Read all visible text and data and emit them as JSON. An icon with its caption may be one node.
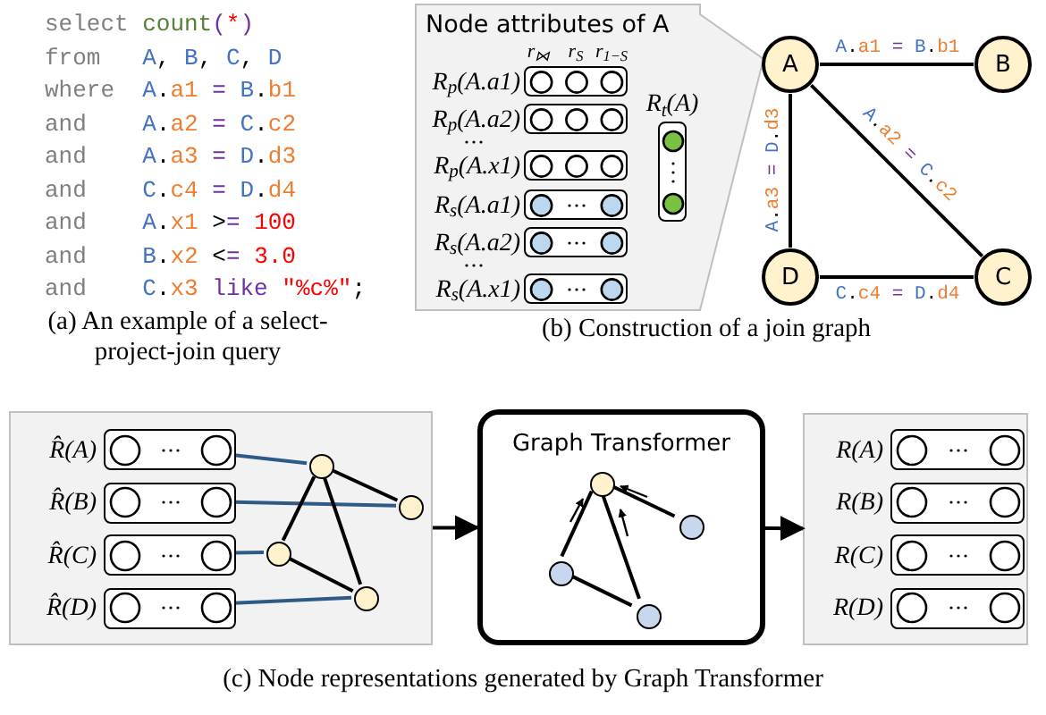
{
  "diagram": {
    "nodes": [
      {
        "text": [
          "Node attributes of A"
        ]
      },
      {
        "text": [],
        "shape": "bar",
        "in": 0,
        "beside": [
          "R$_{p}$(A.a1)"
        ]
      },
      {
        "text": [],
        "shape": "bar",
        "in": 0,
        "beside": [
          "R$_{p}$(A.a2)"
        ]
      },
      {
        "text": [],
        "shape": "bar",
        "in": 0,
        "beside": [
          "R$_{p}$(A.x1)"
        ]
      },
      {
        "text": [],
        "shape": "bar",
        "in": 0,
        "beside": [
          "R$_{s}$(A.a1)"
        ]
      },
      {
        "text": [],
        "shape": "bar",
        "in": 0,
        "beside": [
          "R$_{s}$(A.a2)"
        ]
      },
      {
        "text": [],
        "shape": "bar",
        "in": 0,
        "beside": [
          "R$_{s}$(A.x1)"
        ]
      },
      {
        "text": [],
        "shape": "bar",
        "in": 0,
        "beside": [
          "R$_{t}$(A)"
        ]
      },
      {
        "text": [
          "A"
        ]
      },
      {
        "text": [
          "B"
        ]
      },
      {
        "text": [
          "C"
        ]
      },
      {
        "text": [
          "D"
        ]
      },
      {
        "text": [],
        "shape": "box"
      },
      {
        "text": [],
        "shape": "bar",
        "in": 12,
        "beside": [
          "R̂(A)"
        ]
      },
      {
        "text": [],
        "shape": "bar",
        "in": 12,
        "beside": [
          "R̂(B)"
        ]
      },
      {
        "text": [],
        "shape": "bar",
        "in": 12,
        "beside": [
          "R̂(C)"
        ]
      },
      {
        "text": [],
        "shape": "bar",
        "in": 12,
        "beside": [
          "R̂(D)"
        ]
      },
      {
        "text": [],
        "shape": "circle",
        "in": 12
      },
      {
        "text": [],
        "shape": "circle",
        "in": 12
      },
      {
        "text": [],
        "shape": "circle",
        "in": 12
      },
      {
        "text": [],
        "shape": "circle",
        "in": 12
      },
      {
        "text": [
          "Graph Transformer"
        ]
      },
      {
        "text": [],
        "shape": "circle",
        "in": 21
      },
      {
        "text": [],
        "shape": "circle",
        "in": 21
      },
      {
        "text": [],
        "shape": "circle",
        "in": 21
      },
      {
        "text": [],
        "shape": "circle",
        "in": 21
      },
      {
        "text": [],
        "shape": "box"
      },
      {
        "text": [],
        "shape": "bar",
        "in": 26,
        "beside": [
          "R(A)"
        ]
      },
      {
        "text": [],
        "shape": "bar",
        "in": 26,
        "beside": [
          "R(B)"
        ]
      },
      {
        "text": [],
        "shape": "bar",
        "in": 26,
        "beside": [
          "R(C)"
        ]
      },
      {
        "text": [],
        "shape": "bar",
        "in": 26,
        "beside": [
          "R(D)"
        ]
      }
    ],
    "edges": [
      {
        "from": 8,
        "to": 9,
        "arrow": "none",
        "label": "A.a1 = B.b1"
      },
      {
        "from": 8,
        "to": 10,
        "arrow": "none",
        "label": "A.a2 = C.c2"
      },
      {
        "from": 8,
        "to": 11,
        "arrow": "none",
        "label": "A.a3 = D.d3"
      },
      {
        "from": 11,
        "to": 10,
        "arrow": "none",
        "label": "C.c4 = D.d4"
      },
      {
        "from": 13,
        "to": 17,
        "arrow": "none",
        "color": "#2e5a87"
      },
      {
        "from": 14,
        "to": 18,
        "arrow": "none",
        "color": "#2e5a87"
      },
      {
        "from": 15,
        "to": 19,
        "arrow": "none",
        "color": "#2e5a87"
      },
      {
        "from": 16,
        "to": 20,
        "arrow": "none",
        "color": "#2e5a87"
      },
      {
        "from": 17,
        "to": 18,
        "arrow": "none"
      },
      {
        "from": 17,
        "to": 19,
        "arrow": "none"
      },
      {
        "from": 17,
        "to": 20,
        "arrow": "none"
      },
      {
        "from": 19,
        "to": 20,
        "arrow": "none"
      },
      {
        "from": 12,
        "to": 21,
        "arrow": "to"
      },
      {
        "from": 24,
        "to": 22,
        "arrow": "none"
      },
      {
        "from": 25,
        "to": 22,
        "arrow": "none"
      },
      {
        "from": 23,
        "to": 22,
        "arrow": "none"
      },
      {
        "from": 24,
        "to": 25,
        "arrow": "none"
      },
      {
        "from": 21,
        "to": 26,
        "arrow": "to"
      }
    ],
    "labels": [
      "select count(*)",
      "from A, B, C, D",
      "where A.a1 = B.b1",
      "and A.a2 = C.c2",
      "and A.a3 = D.d3",
      "and C.c4 = D.d4",
      "and A.x1 >= 100",
      "and B.x2 <= 3.0",
      "and C.x3 like \"%c%\";",
      "r$_{⋈}$",
      "r$_{S}$",
      "r$_{1−S}$",
      "(a) An example of a select-project-join query",
      "(b) Construction of a join graph",
      "(c) Node representations generated by Graph Transformer"
    ]
  }
}
